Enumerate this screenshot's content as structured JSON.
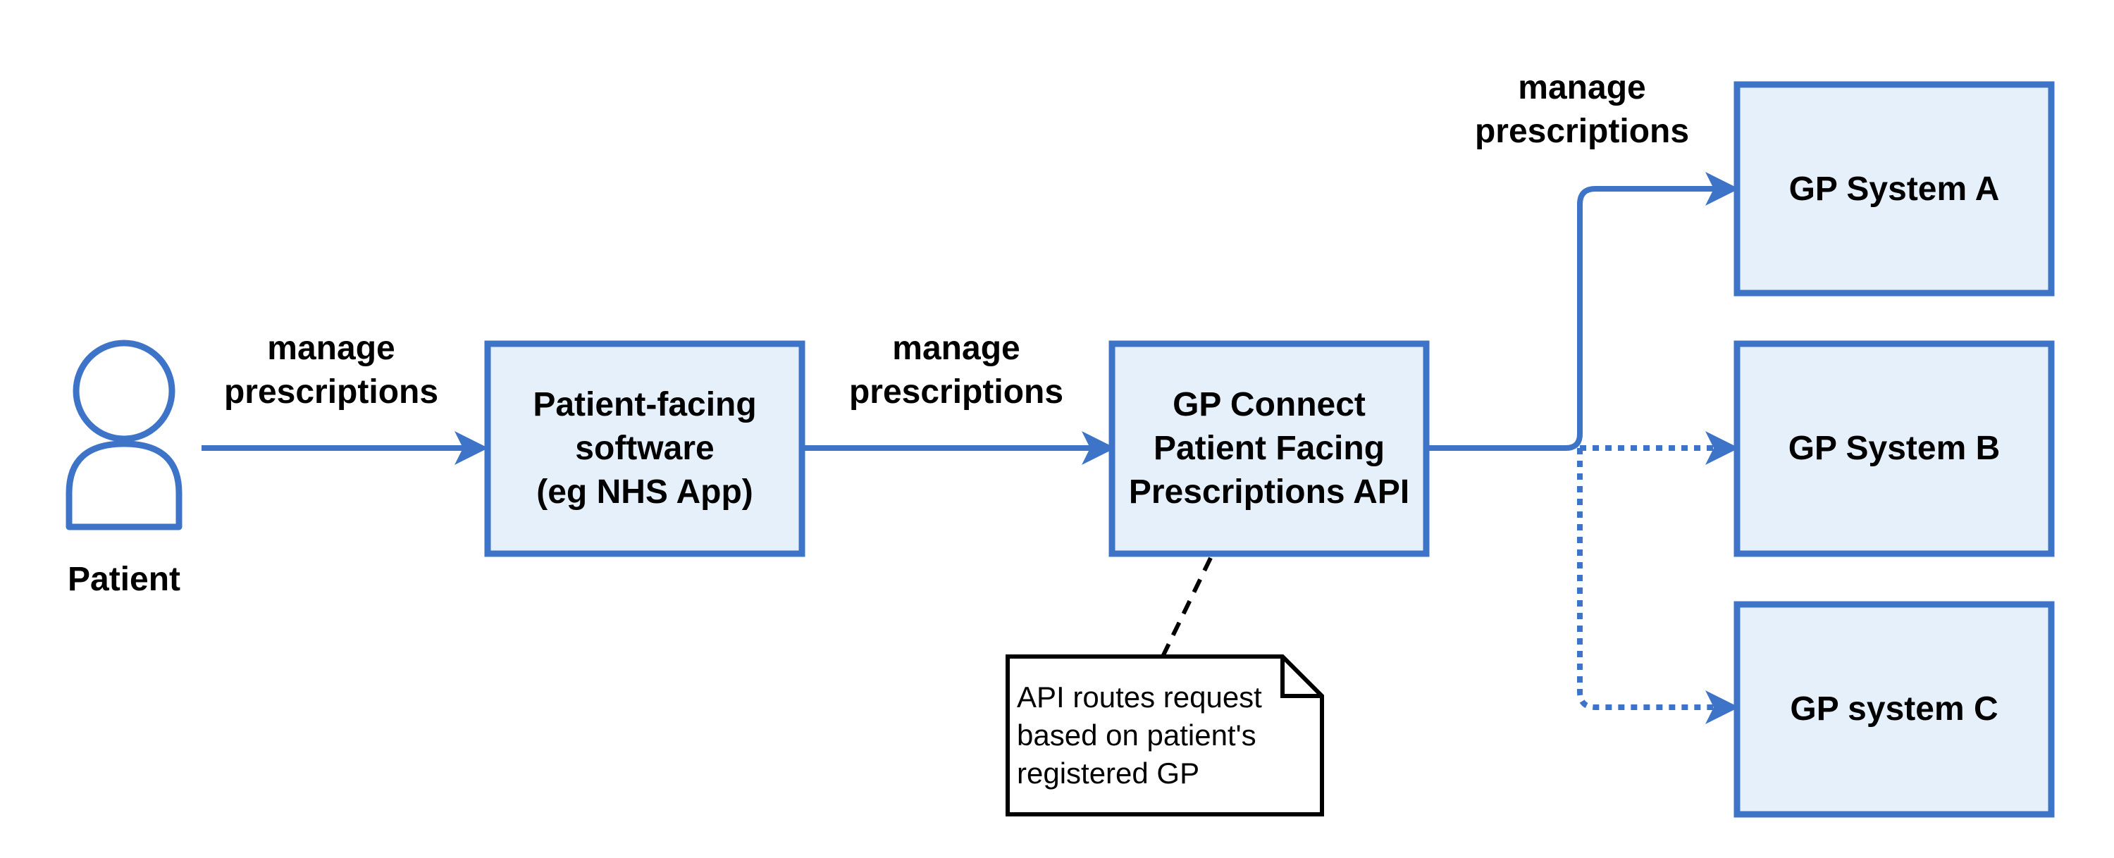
{
  "colors": {
    "accent": "#3d74c8",
    "box_fill": "#e6f0fa",
    "note_stroke": "#000000"
  },
  "actor": {
    "icon": "person-icon",
    "label": "Patient"
  },
  "nodes": {
    "patient_software": [
      "Patient-facing",
      "software",
      "(eg NHS App)"
    ],
    "api": [
      "GP Connect",
      "Patient Facing",
      "Prescriptions API"
    ],
    "gp_a": [
      "GP System A"
    ],
    "gp_b": [
      "GP System B"
    ],
    "gp_c": [
      "GP system C"
    ]
  },
  "edge_labels": {
    "patient_to_software": [
      "manage",
      "prescriptions"
    ],
    "software_to_api": [
      "manage",
      "prescriptions"
    ],
    "api_to_gp": [
      "manage",
      "prescriptions"
    ]
  },
  "note": [
    "API routes request",
    "based on patient's",
    "registered GP"
  ]
}
